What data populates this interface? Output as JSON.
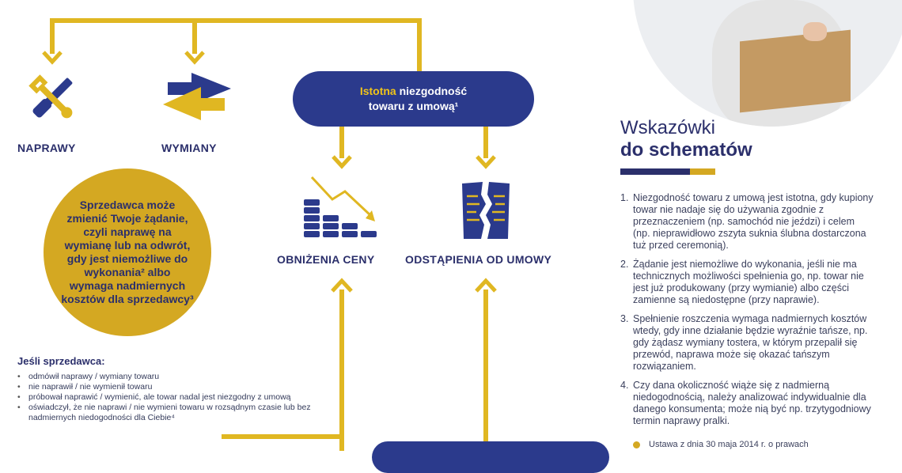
{
  "flow": {
    "repairs_label": "NAPRAWY",
    "exchanges_label": "WYMIANY",
    "material_defect_highlight": "Istotna",
    "material_defect_rest": "niezgodność",
    "material_defect_line2": "towaru z umową¹",
    "price_reduction_label": "OBNIŻENIA CENY",
    "withdrawal_label": "ODSTĄPIENIA OD UMOWY"
  },
  "seller_note": "Sprzedawca może zmienić Twoje żądanie, czyli naprawę na wymianę lub na odwrót, gdy jest niemożliwe do wykonania² albo wymaga nadmiernych kosztów dla sprzedawcy³",
  "if_seller": {
    "title": "Jeśli sprzedawca:",
    "items": [
      "odmówił naprawy / wymiany towaru",
      "nie naprawił / nie wymienił towaru",
      "próbował naprawić / wymienić, ale towar nadal jest niezgodny z umową",
      "oświadczył, że nie naprawi / nie wymieni towaru w rozsądnym czasie lub bez nadmiernych niedogodności dla Ciebie⁴"
    ]
  },
  "hints": {
    "title_line1": "Wskazówki",
    "title_line2": "do schematów",
    "notes": [
      {
        "num": "1.",
        "text": "Niezgodność towaru z umową jest istotna, gdy kupiony towar nie nadaje się do używania zgodnie z przeznaczeniem (np. samochód nie jeździ) i celem (np. nieprawidłowo zszyta suknia ślubna dostarczona tuż przed ceremonią)."
      },
      {
        "num": "2.",
        "text": "Żądanie jest niemożliwe do wykonania, jeśli nie ma technicznych możliwości spełnienia go, np. towar nie jest już produkowany (przy wymianie) albo części zamienne są niedostępne (przy naprawie)."
      },
      {
        "num": "3.",
        "text": "Spełnienie roszczenia wymaga nadmiernych kosztów wtedy, gdy inne działanie będzie wyraźnie tańsze, np. gdy żądasz wymiany tostera, w którym przepalił się przewód, naprawa może się okazać tańszym rozwiązaniem."
      },
      {
        "num": "4.",
        "text": "Czy dana okoliczność wiąże się z nadmierną niedogodnością, należy analizować indywidualnie dla danego konsumenta; może nią być np. trzytygodniowy termin naprawy pralki."
      }
    ],
    "footnote": "Ustawa z dnia 30 maja 2014 r. o prawach"
  },
  "colors": {
    "navy": "#2b3a8c",
    "gold": "#d4a822",
    "arrow_gold": "#e0b722"
  }
}
